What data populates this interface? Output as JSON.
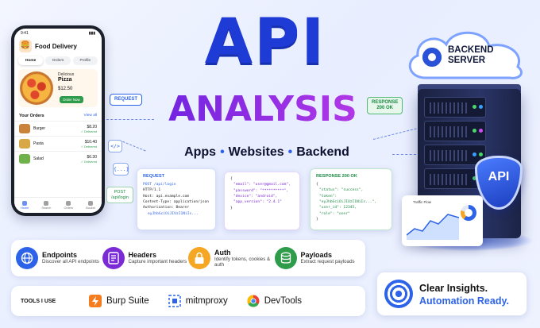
{
  "phone": {
    "time": "9:41",
    "app_title": "Food Delivery",
    "tabs": [
      "Home",
      "Orders",
      "Profile"
    ],
    "promo": {
      "line1": "Delicious",
      "name": "Pizza",
      "price": "$12.50",
      "button": "Order Now"
    },
    "orders_title": "Your Orders",
    "view_all": "View all",
    "orders": [
      {
        "name": "Burger",
        "price": "$8.20",
        "status": "✓ Delivered",
        "color": "#c9833b"
      },
      {
        "name": "Pasta",
        "price": "$10.40",
        "status": "✓ Delivered",
        "color": "#d8a847"
      },
      {
        "name": "Salad",
        "price": "$6.30",
        "status": "✓ Delivered",
        "color": "#6fb24a"
      }
    ],
    "nav": [
      "Home",
      "Search",
      "Orders",
      "Bucket"
    ]
  },
  "headline": {
    "api": "API",
    "analysis": "ANALYSIS",
    "sub": [
      "Apps",
      "Websites",
      "Backend"
    ]
  },
  "labels": {
    "request": "REQUEST",
    "response_line1": "RESPONSE",
    "response_line2": "200 OK",
    "post_line1": "POST",
    "post_line2": "/api/login",
    "code_icon": "</>",
    "braces_icon": "{...}"
  },
  "request_card": {
    "title": "REQUEST",
    "lines": [
      "POST /api/login",
      "HTTP/1.1",
      "Host: api.example.com",
      "Content-Type: application/json",
      "Authorization: Bearer",
      "eyJhbGciOiJIUzI1NiIs..."
    ]
  },
  "body_card": {
    "lines": [
      "{",
      "\"email\": \"user@gmail.com\",",
      "\"password\": \"**********\",",
      "\"device\": \"android\",",
      "\"app_version\": \"2.4.1\"",
      "}"
    ]
  },
  "response_card": {
    "title": "RESPONSE  200 OK",
    "lines": [
      "{",
      "\"status\": \"success\",",
      "\"token\": \"eyJhbGciOiJIUzI1NiIs...\",",
      "\"user_id\": 12345,",
      "\"role\": \"user\"",
      "}"
    ]
  },
  "server": {
    "cloud_line1": "BACKEND",
    "cloud_line2": "SERVER",
    "shield": "API",
    "dashboard_title": "Traffic Flow"
  },
  "features": [
    {
      "title": "Endpoints",
      "desc": "Discover all API endpoints",
      "icon": "globe-icon",
      "color": "#2d63e8"
    },
    {
      "title": "Headers",
      "desc": "Capture important headers",
      "icon": "document-icon",
      "color": "#7b2bd6"
    },
    {
      "title": "Auth",
      "desc": "Identify tokens, cookies & auth",
      "icon": "lock-icon",
      "color": "#f5a623"
    },
    {
      "title": "Payloads",
      "desc": "Extract request payloads",
      "icon": "database-icon",
      "color": "#2e9c4a"
    }
  ],
  "tools": {
    "label": "TOOLS I USE",
    "items": [
      "Burp Suite",
      "mitmproxy",
      "DevTools"
    ]
  },
  "insights": {
    "line1": "Clear Insights.",
    "line2": "Automation Ready."
  }
}
